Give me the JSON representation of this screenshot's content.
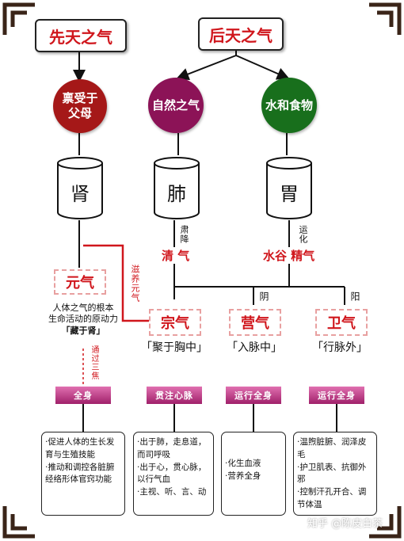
{
  "titles": {
    "prenatal": "先天之气",
    "postnatal": "后天之气"
  },
  "sources": {
    "parents": {
      "line1": "禀受于",
      "line2": "父母",
      "color": "#a51818"
    },
    "nature": {
      "label": "自然之气",
      "color": "#8c1357"
    },
    "food": {
      "label": "水和食物",
      "color": "#186f1c"
    }
  },
  "organs": {
    "kidney": "肾",
    "lung": "肺",
    "stomach": "胃"
  },
  "lung_flow": {
    "action": "肃降",
    "qi": "清 气"
  },
  "stomach_flow": {
    "action": "运化",
    "qi": "水谷 精气"
  },
  "nourish_label": "滋养元气",
  "yuan": {
    "name": "元气",
    "desc_line1": "人体之气的根本",
    "desc_line2": "生命活动的原动力",
    "note": "「藏于肾」",
    "path": "通过三焦"
  },
  "zong": {
    "name": "宗气",
    "loc": "「聚于胸中」"
  },
  "ying": {
    "name": "营气",
    "loc": "「入脉中」",
    "yinyang": "阴"
  },
  "wei": {
    "name": "卫气",
    "loc": "「行脉外」",
    "yinyang": "阳"
  },
  "bars": {
    "yuan": "全身",
    "zong": "贯注心脉",
    "ying": "运行全身",
    "wei": "运行全身"
  },
  "functions": {
    "yuan": [
      "·促进人体的生长发育与生殖技能",
      "·推动和调控各脏腑经络形体官窍功能"
    ],
    "zong": [
      "·出于肺，走息道，而司呼吸",
      "·出于心，贯心脉，以行气血",
      "·主视、听、言、动"
    ],
    "ying": [
      "·化生血液",
      "·营养全身"
    ],
    "wei": [
      "·温煦脏腑、润泽皮毛",
      "·护卫肌表、抗御外邪",
      "·控制汗孔开合、调节体温"
    ]
  },
  "watermark": "知乎 @陈皮白茶",
  "colors": {
    "frame": "#3a2418",
    "accent_red": "#d0161c",
    "bar": "#a0206a"
  }
}
